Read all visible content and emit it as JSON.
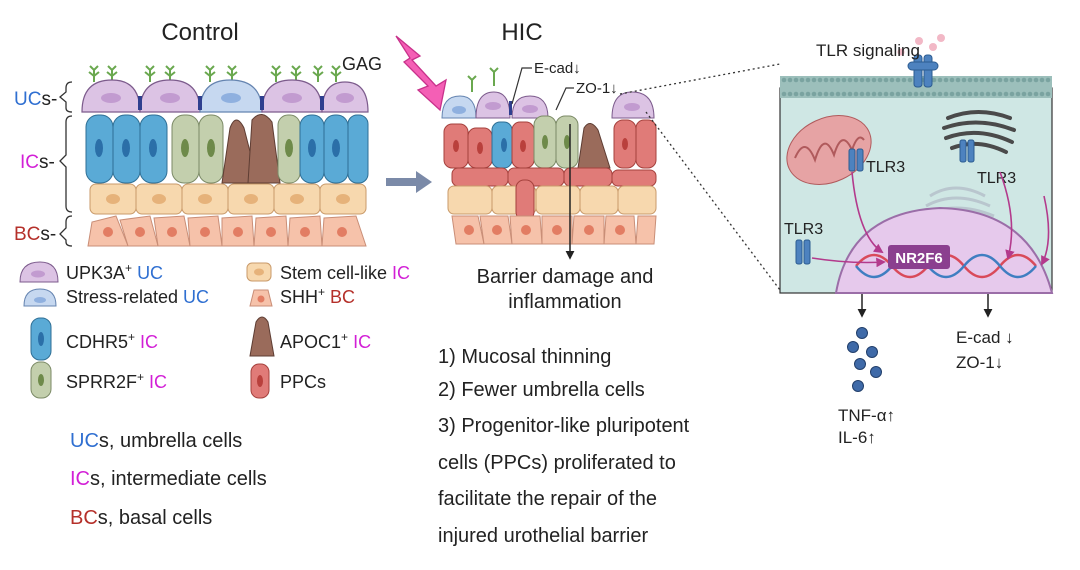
{
  "control": {
    "title": "Control",
    "gag": "GAG",
    "layers": {
      "ucs": {
        "abbr": "UC",
        "suffix": "s-"
      },
      "ics": {
        "abbr": "IC",
        "suffix": "s-"
      },
      "bcs": {
        "abbr": "BC",
        "suffix": "s-"
      }
    }
  },
  "hic": {
    "title": "HIC",
    "ecad_note": "E-cad↓",
    "zo1_note": "ZO-1↓",
    "outcome_line1": "Barrier damage and",
    "outcome_line2": "inflammation",
    "findings": [
      "1) Mucosal thinning",
      "2) Fewer umbrella cells",
      "3) Progenitor-like pluripotent",
      "cells (PPCs) proliferated to",
      "facilitate the repair of the",
      "injured urothelial barrier"
    ]
  },
  "legend": [
    {
      "pre": "UPK3A",
      "sup": "+",
      "post": " ",
      "cell": "UC",
      "kind": "uc"
    },
    {
      "pre": "Stress-related ",
      "sup": "",
      "post": "",
      "cell": "UC",
      "kind": "uc"
    },
    {
      "pre": "CDHR5",
      "sup": "+",
      "post": " ",
      "cell": "IC",
      "kind": "ic"
    },
    {
      "pre": "SPRR2F",
      "sup": "+",
      "post": " ",
      "cell": "IC",
      "kind": "ic"
    },
    {
      "pre": "Stem cell-like ",
      "sup": "",
      "post": "",
      "cell": "IC",
      "kind": "ic"
    },
    {
      "pre": "SHH",
      "sup": "+",
      "post": " ",
      "cell": "BC",
      "kind": "bc"
    },
    {
      "pre": "APOC1",
      "sup": "+",
      "post": " ",
      "cell": "IC",
      "kind": "ic"
    },
    {
      "pre": "PPCs",
      "sup": "",
      "post": "",
      "cell": "",
      "kind": "none"
    }
  ],
  "abbreviations": [
    {
      "abbr": "UC",
      "text": "s, umbrella cells",
      "kind": "uc"
    },
    {
      "abbr": "IC",
      "text": "s, intermediate cells",
      "kind": "ic"
    },
    {
      "abbr": "BC",
      "text": "s, basal cells",
      "kind": "bc"
    }
  ],
  "mechanism": {
    "tlr_signaling": "TLR signaling",
    "tlr3": "TLR3",
    "nr2f6": "NR2F6",
    "tnf": "TNF-α↑",
    "il6": "IL-6↑",
    "ecad": "E-cad ↓",
    "zo1": "ZO-1↓"
  },
  "colors": {
    "uc": "#2f6fd1",
    "ic": "#d21fd6",
    "bc": "#b5302a",
    "umbrella": "#dcc3e4",
    "cdhr5": "#5aaad6",
    "sprr2f": "#c3cfad",
    "apoc1": "#9a6b5b",
    "stem": "#f7d8ae",
    "basal": "#f6c2aa",
    "ppc": "#e07b78",
    "cell_bg": "#cfe7e4",
    "nucleus": "#e6c9ec",
    "nr2f6": "#8b3f8f"
  }
}
